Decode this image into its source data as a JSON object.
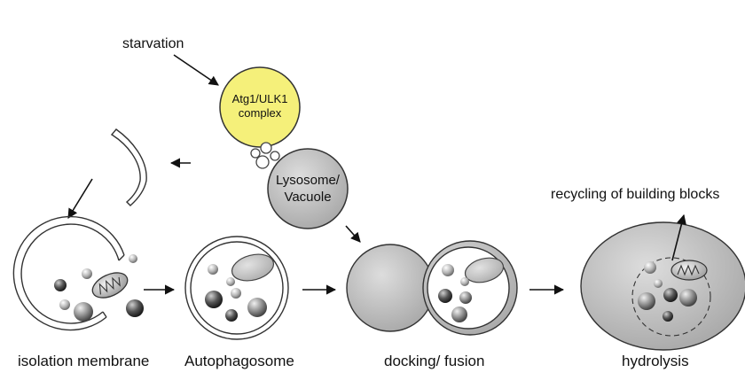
{
  "labels": {
    "starvation": "starvation",
    "atg1_line1": "Atg1/ULK1",
    "atg1_line2": "complex",
    "lysosome_line1": "Lysosome/",
    "lysosome_line2": "Vacuole",
    "recycling": "recycling of building blocks",
    "isolation_membrane": "isolation membrane",
    "autophagosome": "Autophagosome",
    "docking_fusion": "docking/ fusion",
    "hydrolysis": "hydrolysis"
  },
  "colors": {
    "atg1_fill": "#f5f07a",
    "lysosome_fill": "#c4c4c4",
    "membrane_stroke": "#333333",
    "arrow": "#111111"
  }
}
